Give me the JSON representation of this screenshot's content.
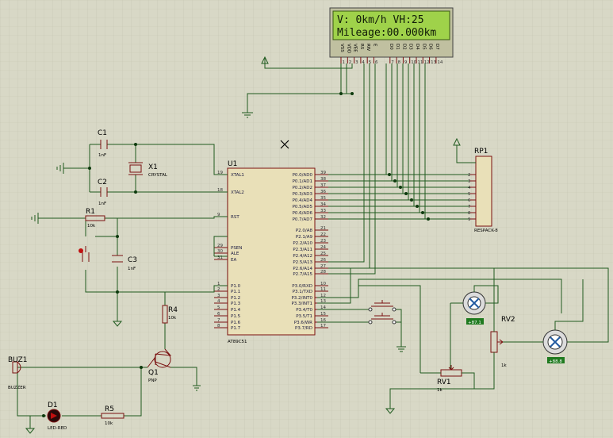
{
  "lcd": {
    "line1": "V:  0km/h  VH:25",
    "line2": "Mileage:00.000km",
    "pins": [
      "VSS",
      "VDD",
      "VEE",
      "RS",
      "RW",
      "E",
      "D0",
      "D1",
      "D2",
      "D3",
      "D4",
      "D5",
      "D6",
      "D7"
    ],
    "pin_numbers": [
      "1",
      "2",
      "3",
      "4",
      "5",
      "6",
      "7",
      "8",
      "9",
      "10",
      "11",
      "12",
      "13",
      "14"
    ]
  },
  "mcu": {
    "ref": "U1",
    "part": "AT89C51",
    "left_pins": [
      {
        "num": "19",
        "name": "XTAL1"
      },
      {
        "num": "18",
        "name": "XTAL2"
      },
      {
        "num": "9",
        "name": "RST"
      },
      {
        "num": "29",
        "name": "PSEN"
      },
      {
        "num": "30",
        "name": "ALE"
      },
      {
        "num": "31",
        "name": "EA"
      },
      {
        "num": "1",
        "name": "P1.0"
      },
      {
        "num": "2",
        "name": "P1.1"
      },
      {
        "num": "3",
        "name": "P1.2"
      },
      {
        "num": "4",
        "name": "P1.3"
      },
      {
        "num": "5",
        "name": "P1.4"
      },
      {
        "num": "6",
        "name": "P1.5"
      },
      {
        "num": "7",
        "name": "P1.6"
      },
      {
        "num": "8",
        "name": "P1.7"
      }
    ],
    "right_pins": [
      {
        "num": "39",
        "name": "P0.0/AD0"
      },
      {
        "num": "38",
        "name": "P0.1/AD1"
      },
      {
        "num": "37",
        "name": "P0.2/AD2"
      },
      {
        "num": "36",
        "name": "P0.3/AD3"
      },
      {
        "num": "35",
        "name": "P0.4/AD4"
      },
      {
        "num": "34",
        "name": "P0.5/AD5"
      },
      {
        "num": "33",
        "name": "P0.6/AD6"
      },
      {
        "num": "32",
        "name": "P0.7/AD7"
      },
      {
        "num": "21",
        "name": "P2.0/A8"
      },
      {
        "num": "22",
        "name": "P2.1/A9"
      },
      {
        "num": "23",
        "name": "P2.2/A10"
      },
      {
        "num": "24",
        "name": "P2.3/A11"
      },
      {
        "num": "25",
        "name": "P2.4/A12"
      },
      {
        "num": "26",
        "name": "P2.5/A13"
      },
      {
        "num": "27",
        "name": "P2.6/A14"
      },
      {
        "num": "28",
        "name": "P2.7/A15"
      },
      {
        "num": "10",
        "name": "P3.0/RXD"
      },
      {
        "num": "11",
        "name": "P3.1/TXD"
      },
      {
        "num": "12",
        "name": "P3.2/INT0"
      },
      {
        "num": "13",
        "name": "P3.3/INT1"
      },
      {
        "num": "14",
        "name": "P3.4/T0"
      },
      {
        "num": "15",
        "name": "P3.5/T1"
      },
      {
        "num": "16",
        "name": "P3.6/WR"
      },
      {
        "num": "17",
        "name": "P3.7/RD"
      }
    ]
  },
  "components": {
    "c1": {
      "ref": "C1",
      "value": "1nF"
    },
    "c2": {
      "ref": "C2",
      "value": "1nF"
    },
    "c3": {
      "ref": "C3",
      "value": "1nF"
    },
    "x1": {
      "ref": "X1",
      "value": "CRYSTAL"
    },
    "r1": {
      "ref": "R1",
      "value": "10k"
    },
    "r4": {
      "ref": "R4",
      "value": "10k"
    },
    "r5": {
      "ref": "R5",
      "value": "10k"
    },
    "q1": {
      "ref": "Q1",
      "value": "PNP"
    },
    "buz1": {
      "ref": "BUZ1",
      "value": "BUZZER"
    },
    "d1": {
      "ref": "D1",
      "value": "LED-RED"
    },
    "rp1": {
      "ref": "RP1",
      "value": "RESPACK-8",
      "pins": [
        "2",
        "3",
        "4",
        "5",
        "6",
        "7",
        "8",
        "9"
      ]
    },
    "rv1": {
      "ref": "RV1",
      "value": "1k"
    },
    "rv2": {
      "ref": "RV2",
      "value": "1k"
    },
    "motor1_display": "+87.1",
    "motor2_display": "+88.8"
  },
  "colors": {
    "background": "#d8d8c6",
    "grid": "#c6c6b2",
    "wire": "#1f5a1f",
    "component": "#7a1010",
    "lcd_screen": "#9fd24a",
    "chip_body": "#e9e0b8"
  }
}
